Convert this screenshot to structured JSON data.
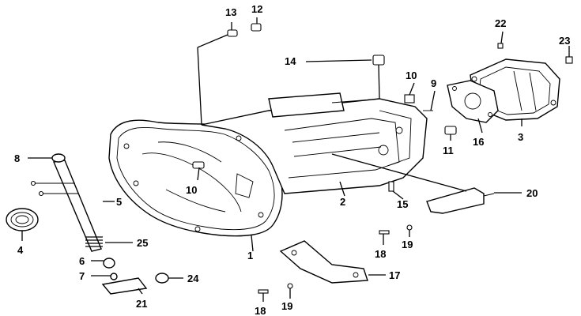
{
  "callouts": [
    {
      "id": "c1",
      "text": "1"
    },
    {
      "id": "c2",
      "text": "2"
    },
    {
      "id": "c3",
      "text": "3"
    },
    {
      "id": "c4",
      "text": "4"
    },
    {
      "id": "c5",
      "text": "5"
    },
    {
      "id": "c6",
      "text": "6"
    },
    {
      "id": "c7",
      "text": "7"
    },
    {
      "id": "c8",
      "text": "8"
    },
    {
      "id": "c9",
      "text": "9"
    },
    {
      "id": "c10a",
      "text": "10"
    },
    {
      "id": "c10b",
      "text": "10"
    },
    {
      "id": "c11",
      "text": "11"
    },
    {
      "id": "c12",
      "text": "12"
    },
    {
      "id": "c13",
      "text": "13"
    },
    {
      "id": "c14",
      "text": "14"
    },
    {
      "id": "c15",
      "text": "15"
    },
    {
      "id": "c16",
      "text": "16"
    },
    {
      "id": "c17",
      "text": "17"
    },
    {
      "id": "c18a",
      "text": "18"
    },
    {
      "id": "c18b",
      "text": "18"
    },
    {
      "id": "c19a",
      "text": "19"
    },
    {
      "id": "c19b",
      "text": "19"
    },
    {
      "id": "c20",
      "text": "20"
    },
    {
      "id": "c21",
      "text": "21"
    },
    {
      "id": "c22",
      "text": "22"
    },
    {
      "id": "c23",
      "text": "23"
    },
    {
      "id": "c24",
      "text": "24"
    },
    {
      "id": "c25",
      "text": "25"
    }
  ]
}
